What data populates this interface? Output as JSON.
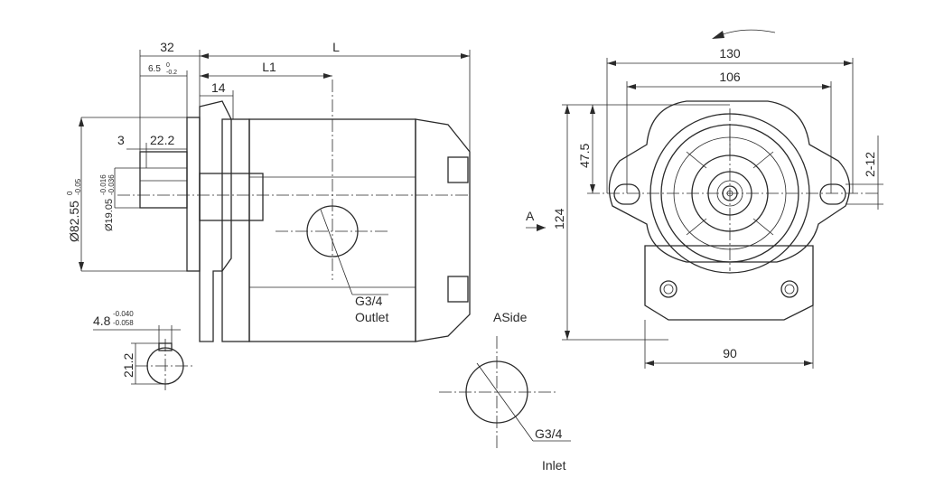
{
  "side_view": {
    "dim_overall_length": "L",
    "dim_flange_to_outlet": "L1",
    "dim_shaft_length": "32",
    "dim_pilot": "6.5",
    "dim_pilot_tol_upper": "0",
    "dim_pilot_tol_lower": "-0.2",
    "dim_flange_thickness": "14",
    "dim_shoulder": "3",
    "dim_key_length": "22.2",
    "dim_pilot_diameter": "Ø82.55",
    "dim_pilot_diameter_tol_upper": "0",
    "dim_pilot_diameter_tol_lower": "-0.05",
    "dim_shaft_diameter": "Ø19.05",
    "dim_shaft_diameter_tol_upper": "-0.016",
    "dim_shaft_diameter_tol_lower": "-0.036",
    "outlet_thread": "G3/4",
    "outlet_label": "Outlet"
  },
  "shaft_section": {
    "dim_key_width": "4.8",
    "dim_key_width_tol_upper": "-0.040",
    "dim_key_width_tol_lower": "-0.058",
    "dim_key_height": "21.2"
  },
  "a_side": {
    "title": "ASide",
    "inlet_thread": "G3/4",
    "inlet_label": "Inlet"
  },
  "front_view": {
    "dim_flange_width": "130",
    "dim_bolt_spacing": "106",
    "dim_center_height": "47.5",
    "dim_slot": "2-12",
    "dim_overall_height": "124",
    "dim_base_width": "90",
    "view_arrow_label": "A"
  }
}
